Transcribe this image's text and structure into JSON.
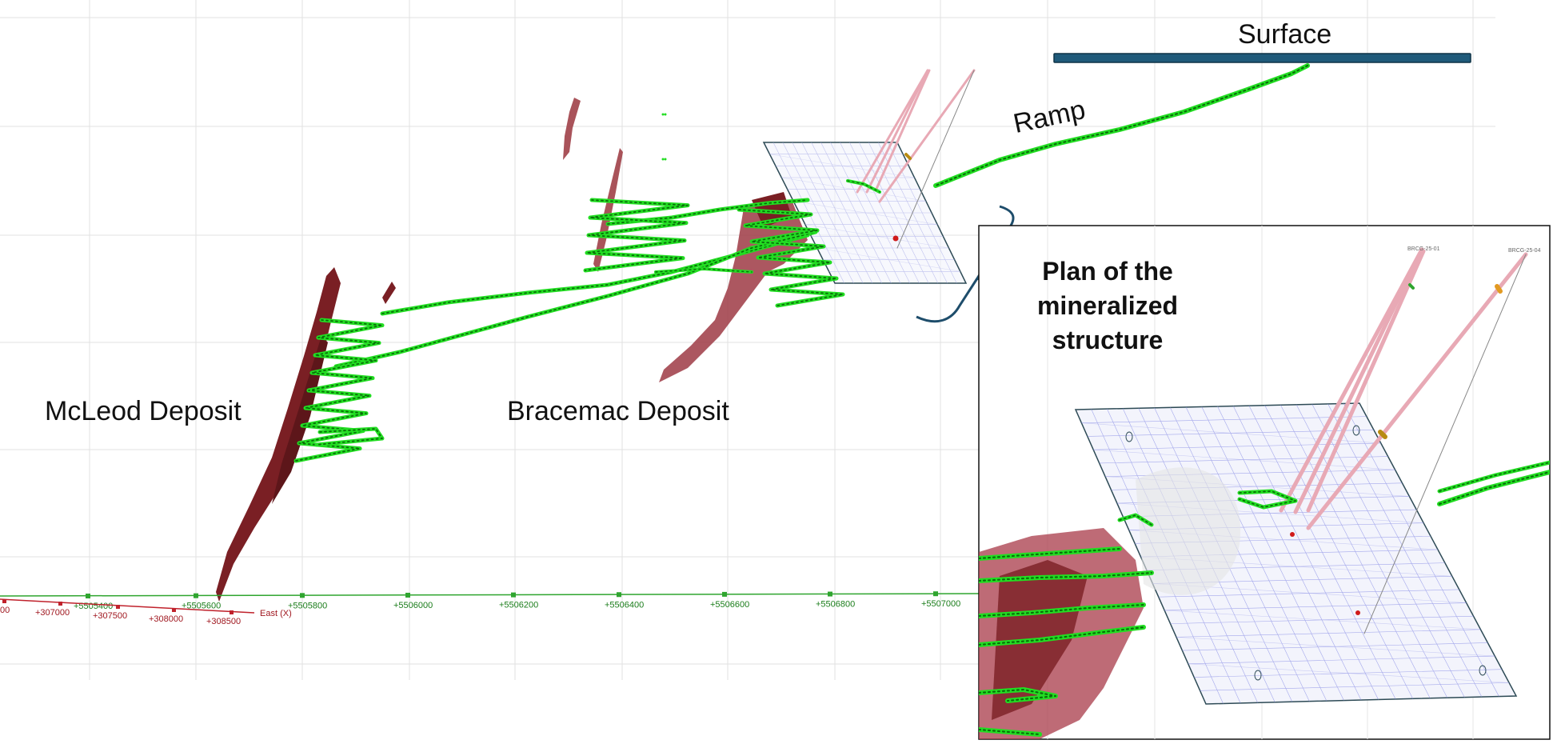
{
  "labels": {
    "surface": "Surface",
    "ramp": "Ramp",
    "mcleod": "McLeod  Deposit",
    "bracemac": "Bracemac Deposit",
    "plan": "Plan of the mineralized structure"
  },
  "axis": {
    "north_ticks": [
      "+5505400",
      "+5505600",
      "+5505800",
      "+5506000",
      "+5506200",
      "+5506400",
      "+5506600",
      "+5506800",
      "+5507000"
    ],
    "east_ticks": [
      "00",
      "+307000",
      "+307500",
      "+308000",
      "+308500"
    ],
    "east_label": "East (X)"
  },
  "inset": {
    "drill_labels": [
      "BRCG-25-01",
      "BRCG-25-04"
    ]
  },
  "colors": {
    "tunnel": "#22dd22",
    "tunnel_dark": "#0a6b0a",
    "ore": "#7a1f24",
    "ore_light": "#c76a76",
    "surface_bar": "#1f5a7a",
    "bracket": "#1e4d6b",
    "north_axis": "#2fa52f",
    "east_axis": "#c0222c",
    "grid": "#e2e2e2",
    "plane_grid": "#8a8fe6",
    "drill": "#e8a9b5"
  }
}
